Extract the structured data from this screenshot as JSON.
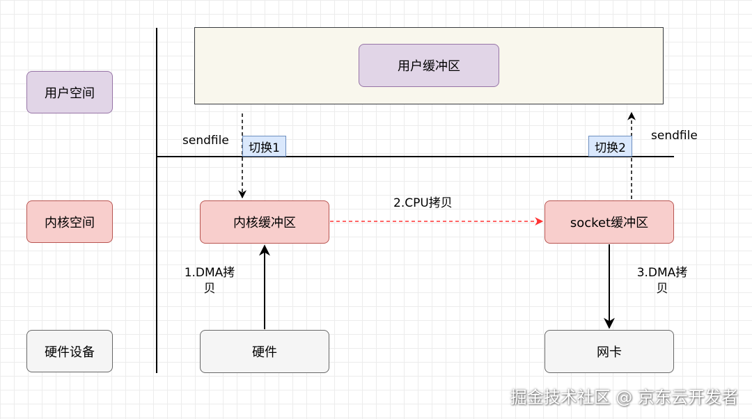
{
  "rows": {
    "user_space": "用户空间",
    "kernel_space": "内核空间",
    "hardware_devices": "硬件设备"
  },
  "buffers": {
    "user_buffer": "用户缓冲区",
    "kernel_buffer": "内核缓冲区",
    "socket_buffer": "socket缓冲区"
  },
  "devices": {
    "hardware": "硬件",
    "nic": "网卡"
  },
  "switches": {
    "switch1": "切换1",
    "switch2": "切换2"
  },
  "calls": {
    "sendfile_left": "sendfile",
    "sendfile_right": "sendfile"
  },
  "copies": {
    "dma_copy_1": "1.DMA拷\n贝",
    "cpu_copy_2": "2.CPU拷贝",
    "dma_copy_3": "3.DMA拷\n贝"
  },
  "watermark": "掘金技术社区 @ 京东云开发者",
  "colors": {
    "user_fill": "#e1d5e7",
    "kernel_fill": "#f8cecc",
    "hardware_fill": "#f5f5f5",
    "switch_fill": "#dae8fc",
    "cpu_copy_arrow": "#ff3333"
  }
}
